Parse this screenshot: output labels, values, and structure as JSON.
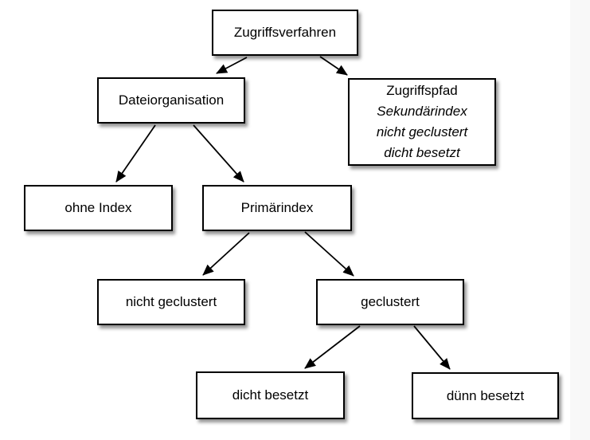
{
  "nodes": {
    "zugriffsverfahren": {
      "label": "Zugriffsverfahren"
    },
    "dateiorganisation": {
      "label": "Dateiorganisation"
    },
    "zugriffspfad": {
      "lines": [
        "Zugriffspfad",
        "Sekundärindex",
        "nicht geclustert",
        "dicht besetzt"
      ]
    },
    "ohne_index": {
      "label": "ohne Index"
    },
    "primaerindex": {
      "label": "Primärindex"
    },
    "nicht_geclustert": {
      "label": "nicht geclustert"
    },
    "geclustert": {
      "label": "geclustert"
    },
    "dicht_besetzt": {
      "label": "dicht besetzt"
    },
    "duenn_besetzt": {
      "label": "dünn besetzt"
    }
  },
  "edges": [
    {
      "from": "zugriffsverfahren",
      "to": "dateiorganisation"
    },
    {
      "from": "zugriffsverfahren",
      "to": "zugriffspfad"
    },
    {
      "from": "dateiorganisation",
      "to": "ohne_index"
    },
    {
      "from": "dateiorganisation",
      "to": "primaerindex"
    },
    {
      "from": "primaerindex",
      "to": "nicht_geclustert"
    },
    {
      "from": "primaerindex",
      "to": "geclustert"
    },
    {
      "from": "geclustert",
      "to": "dicht_besetzt"
    },
    {
      "from": "geclustert",
      "to": "duenn_besetzt"
    }
  ],
  "colors": {
    "background": "#ffffff",
    "box_fill": "#ffffff",
    "box_border": "#000000",
    "arrow": "#000000",
    "right_strip": "#f8f8f8"
  }
}
